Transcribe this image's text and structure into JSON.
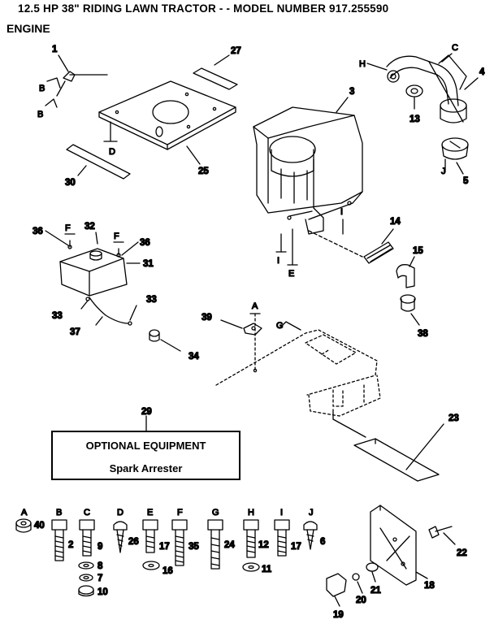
{
  "header": {
    "title": "12.5 HP 38\" RIDING LAWN TRACTOR - - MODEL NUMBER 917.255590",
    "section": "ENGINE"
  },
  "optional_equipment": {
    "heading": "OPTIONAL EQUIPMENT",
    "item": "Spark Arrester",
    "ref": "29"
  },
  "callouts": {
    "n1": "1",
    "n3": "3",
    "n4": "4",
    "n5": "5",
    "n13": "13",
    "n14": "14",
    "n15": "15",
    "n23": "23",
    "n25": "25",
    "n27": "27",
    "n30": "30",
    "n31": "31",
    "n32": "32",
    "n33a": "33",
    "n33b": "33",
    "n34": "34",
    "n36a": "36",
    "n36b": "36",
    "n37": "37",
    "n38": "38",
    "n39": "39",
    "n18": "18",
    "n19": "19",
    "n20": "20",
    "n21": "21",
    "n22": "22"
  },
  "diagram_letters": {
    "B1": "B",
    "B2": "B",
    "D": "D",
    "H": "H",
    "C": "C",
    "J": "J",
    "E": "E",
    "I1": "I",
    "I2": "I",
    "F1": "F",
    "F2": "F",
    "A": "A",
    "G": "G"
  },
  "hardware_key": [
    {
      "letter": "A",
      "num": "40"
    },
    {
      "letter": "B",
      "num": "2"
    },
    {
      "letter": "C",
      "num": "9"
    },
    {
      "letter": "D",
      "num": "26"
    },
    {
      "letter": "E",
      "num": "17"
    },
    {
      "letter": "F",
      "num": "35"
    },
    {
      "letter": "G",
      "num": "24"
    },
    {
      "letter": "H",
      "num": "12"
    },
    {
      "letter": "I",
      "num": "17"
    },
    {
      "letter": "J",
      "num": "6"
    }
  ],
  "hardware_extras": {
    "n8": "8",
    "n7": "7",
    "n10": "10",
    "n16": "16",
    "n11": "11"
  }
}
